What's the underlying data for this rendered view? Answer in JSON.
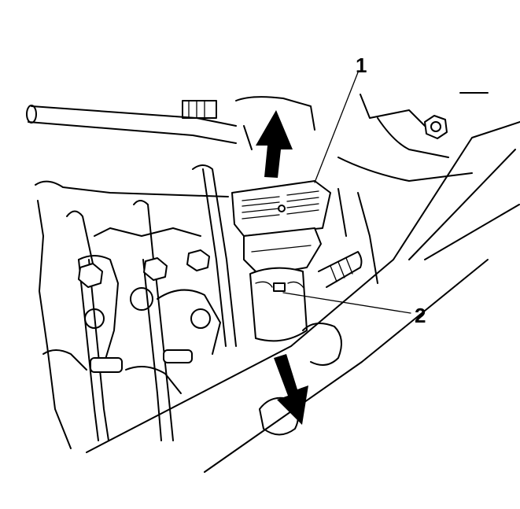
{
  "callouts": [
    {
      "id": "1",
      "label": "1"
    },
    {
      "id": "2",
      "label": "2"
    }
  ],
  "colors": {
    "line": "#000000",
    "background": "#ffffff",
    "arrow": "#000000"
  }
}
